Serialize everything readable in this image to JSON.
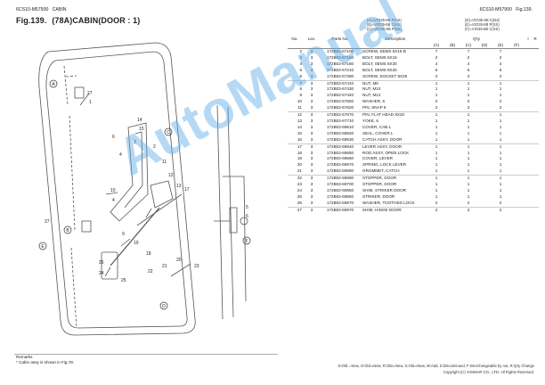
{
  "header": {
    "model_left": "6CS10-M57900",
    "section": "CABIN",
    "model_right": "6CS10-M57900",
    "fig_right": "Fig.139.",
    "fig_no": "Fig.139.",
    "fig_name": "(78A)CABIN(DOOR : 1)"
  },
  "legend": {
    "left": [
      "(A)=VIO35-6B P(AS)",
      "(B)=VIO35-6B C(AS)",
      "(C)=VIO35-6B P(NZ)"
    ],
    "right": [
      "(D)=VIO35-6B C(NZ)",
      "(E)=VIO35-6B P(SS)",
      "(F)=VIO35-6B C(SS)"
    ]
  },
  "table": {
    "headers": {
      "no": "No.",
      "lev": "Lev.",
      "part": "Parts No.",
      "desc": "Description",
      "qty": "Q'ty",
      "i": "I",
      "r": "R",
      "cols": [
        "(A)",
        "(B)",
        "(C)",
        "(D)",
        "(E)",
        "(F)"
      ]
    },
    "rows": [
      {
        "no": "2",
        "lev": "3",
        "part": "172B02-67100",
        "desc": "SCREW, SEMS 5X16 B",
        "q": [
          "7",
          "",
          "7",
          "",
          "7",
          ""
        ]
      },
      {
        "no": "3",
        "lev": "3",
        "part": "172B02-67160",
        "desc": "BOLT, SEMS 6X16",
        "q": [
          "2",
          "",
          "2",
          "",
          "2",
          ""
        ]
      },
      {
        "no": "4",
        "lev": "3",
        "part": "172B02-67180",
        "desc": "BOLT, SEMS 6X30",
        "q": [
          "4",
          "",
          "4",
          "",
          "4",
          ""
        ]
      },
      {
        "no": "5",
        "lev": "3",
        "part": "172B02-67210",
        "desc": "BOLT, SEMS 8X20",
        "q": [
          "6",
          "",
          "6",
          "",
          "6",
          ""
        ]
      },
      {
        "no": "6",
        "lev": "3",
        "part": "172B02-67390",
        "desc": "SCREW, SOCKET 8X25",
        "q": [
          "2",
          "",
          "2",
          "",
          "2",
          ""
        ]
      },
      {
        "no": "7",
        "lev": "3",
        "part": "172B02-67410",
        "desc": "NUT, M6",
        "q": [
          "1",
          "",
          "1",
          "",
          "1",
          ""
        ]
      },
      {
        "no": "8",
        "lev": "3",
        "part": "172B02-67430",
        "desc": "NUT, M10",
        "q": [
          "1",
          "",
          "1",
          "",
          "1",
          ""
        ]
      },
      {
        "no": "9",
        "lev": "3",
        "part": "172B02-67440",
        "desc": "NUT, M12",
        "q": [
          "1",
          "",
          "1",
          "",
          "1",
          ""
        ]
      },
      {
        "no": "10",
        "lev": "3",
        "part": "172B02-67550",
        "desc": "WASHER, 6",
        "q": [
          "2",
          "",
          "2",
          "",
          "2",
          ""
        ]
      },
      {
        "no": "11",
        "lev": "3",
        "part": "172B02-67620",
        "desc": "PIN, SNAP 6",
        "q": [
          "2",
          "",
          "2",
          "",
          "2",
          ""
        ]
      },
      {
        "no": "12",
        "lev": "3",
        "part": "172B02-67670",
        "desc": "PIN, FLAT HEAD 6X20",
        "q": [
          "1",
          "",
          "1",
          "",
          "1",
          ""
        ]
      },
      {
        "no": "13",
        "lev": "3",
        "part": "172B02-67710",
        "desc": "YOKE, 6",
        "q": [
          "1",
          "",
          "1",
          "",
          "1",
          ""
        ]
      },
      {
        "no": "14",
        "lev": "3",
        "part": "172B02-69610",
        "desc": "COVER, CAB L",
        "q": [
          "1",
          "",
          "1",
          "",
          "1",
          ""
        ]
      },
      {
        "no": "15",
        "lev": "3",
        "part": "172B02-69620",
        "desc": "SEAL, COVER L",
        "q": [
          "1",
          "",
          "1",
          "",
          "1",
          ""
        ]
      },
      {
        "no": "16",
        "lev": "3",
        "part": "172B02-69630",
        "desc": "CATCH ASSY, DOOR",
        "q": [
          "1",
          "",
          "1",
          "",
          "1",
          ""
        ]
      },
      {
        "no": "17",
        "lev": "3",
        "part": "172B02-69640",
        "desc": "LEVER ASSY, DOOR",
        "q": [
          "1",
          "",
          "1",
          "",
          "1",
          ""
        ]
      },
      {
        "no": "18",
        "lev": "3",
        "part": "172B02-69650",
        "desc": "ROD ASSY, OPEN LOCK",
        "q": [
          "1",
          "",
          "1",
          "",
          "1",
          ""
        ]
      },
      {
        "no": "19",
        "lev": "3",
        "part": "172B02-69660",
        "desc": "COVER, LEVER",
        "q": [
          "1",
          "",
          "1",
          "",
          "1",
          ""
        ]
      },
      {
        "no": "20",
        "lev": "3",
        "part": "172B02-69670",
        "desc": "SPRING, LOCK LEVER",
        "q": [
          "1",
          "",
          "1",
          "",
          "1",
          ""
        ]
      },
      {
        "no": "21",
        "lev": "3",
        "part": "172B02-69680",
        "desc": "GROMMET, CATCH",
        "q": [
          "1",
          "",
          "1",
          "",
          "1",
          ""
        ]
      },
      {
        "no": "22",
        "lev": "3",
        "part": "172B02-69690",
        "desc": "STOPPER, DOOR",
        "q": [
          "1",
          "",
          "1",
          "",
          "1",
          ""
        ]
      },
      {
        "no": "23",
        "lev": "3",
        "part": "172B02-69700",
        "desc": "STOPPER, DOOR",
        "q": [
          "1",
          "",
          "1",
          "",
          "1",
          ""
        ]
      },
      {
        "no": "24",
        "lev": "3",
        "part": "172B02-69850",
        "desc": "SHIM, STRIKER DOOR",
        "q": [
          "1",
          "",
          "1",
          "",
          "1",
          ""
        ]
      },
      {
        "no": "25",
        "lev": "3",
        "part": "172B02-69860",
        "desc": "STRIKER, DOOR",
        "q": [
          "1",
          "",
          "1",
          "",
          "1",
          ""
        ]
      },
      {
        "no": "26",
        "lev": "3",
        "part": "172B02-69870",
        "desc": "WASHER, TOOTHED LOCK",
        "q": [
          "2",
          "",
          "2",
          "",
          "2",
          ""
        ]
      },
      {
        "no": "27",
        "lev": "3",
        "part": "172B02-69970",
        "desc": "SHIM, HINGE DOOR",
        "q": [
          "2",
          "",
          "2",
          "",
          "2",
          ""
        ]
      }
    ]
  },
  "remarks": {
    "title": "Remarks",
    "note": "* Cabin assy is shown in Fig.78."
  },
  "footer": {
    "legend": "N:Old⇔New, O:Old⇒New, R:Old⇐New, S:Old⇒New, W:Add, Z:Discontinued, F:Interchangeable by not, R:Q'ty Change",
    "copyright": "Copyright (C) YANMAR CO., LTD. All Rights Reserved."
  },
  "watermark": "AutoManual",
  "callouts": [
    "27",
    "1",
    "6",
    "3",
    "4",
    "2",
    "11",
    "12",
    "13",
    "17",
    "14",
    "15",
    "10",
    "4",
    "9",
    "19",
    "18",
    "26",
    "24",
    "25",
    "22",
    "21",
    "20",
    "23",
    "5",
    "6",
    "27",
    "A",
    "B",
    "C",
    "D",
    "E",
    "F"
  ]
}
